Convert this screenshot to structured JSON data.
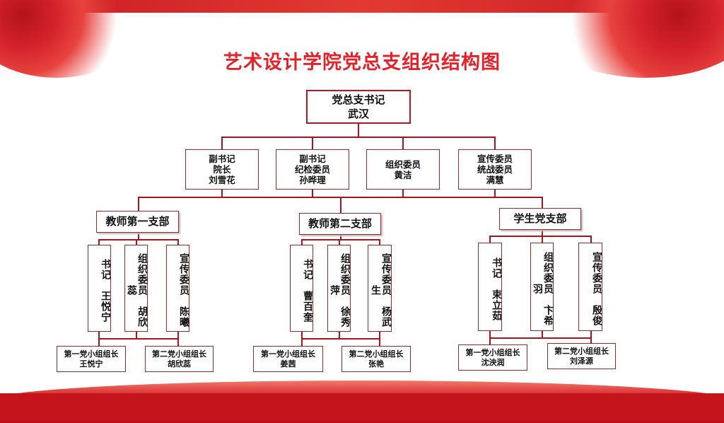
{
  "title": "艺术设计学院党总支组织结构图",
  "secretary": "党总支书记\n武汉",
  "committee": [
    "副书记\n院长\n刘雪花",
    "副书记\n纪检委员\n孙晔理",
    "组织委员\n黄洁",
    "宣传委员\n统战委员\n满慧"
  ],
  "branches": [
    {
      "name": "教师第一支部",
      "members": [
        "书记　王悦宁",
        "组织委员　胡欣蕊",
        "宣传委员　陈曦"
      ],
      "leaders": [
        "第一党小组组长\n王悦宁",
        "第二党小组组长\n胡欣蕊"
      ]
    },
    {
      "name": "教师第二支部",
      "members": [
        "书记　曹百奎",
        "组织委员　徐秀萍",
        "宣传委员　杨武生"
      ],
      "leaders": [
        "第一党小组组长\n姜茜",
        "第二党小组组长\n张艳"
      ]
    },
    {
      "name": "学生党支部",
      "members": [
        "书记　束立茹",
        "组织委员　卞希羽",
        "宣传委员　殷俊"
      ],
      "leaders": [
        "第一党小组组长\n沈泱润",
        "第二党小组组长\n刘泽源"
      ]
    }
  ]
}
